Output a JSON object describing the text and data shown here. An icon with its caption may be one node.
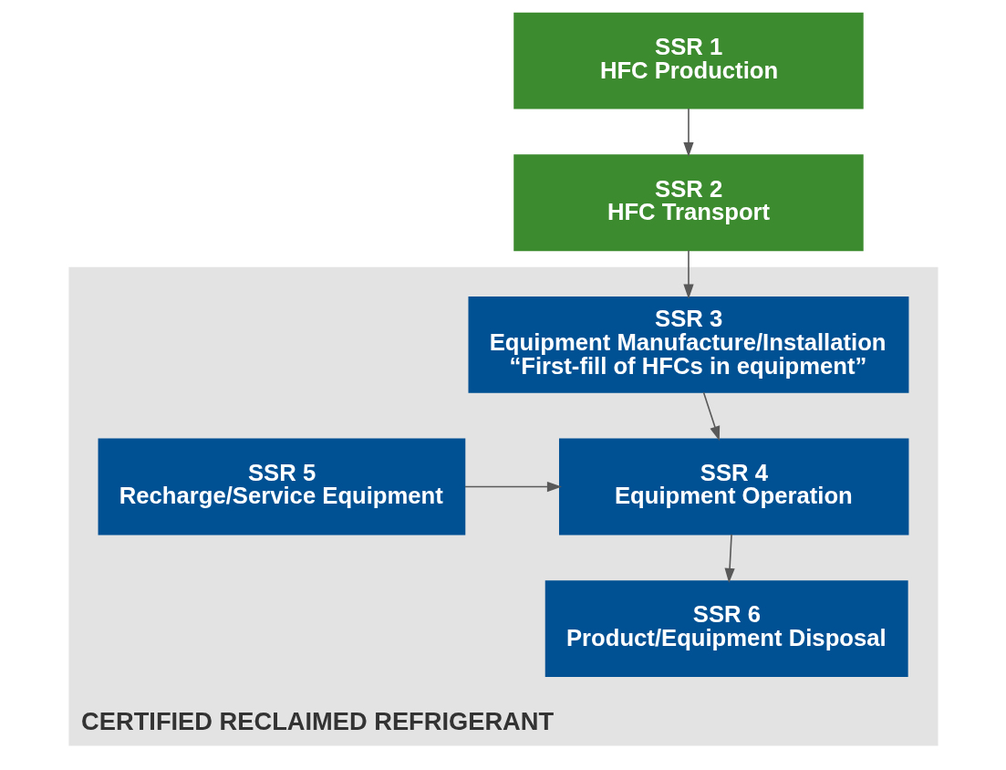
{
  "diagram": {
    "nodes": [
      {
        "text": [
          "SSR 1",
          "HFC Production"
        ]
      },
      {
        "text": [
          "SSR 2",
          "HFC Transport"
        ]
      },
      {
        "text": [
          "CERTIFIED RECLAIMED REFRIGERANT"
        ]
      },
      {
        "text": [
          "SSR 3",
          "Equipment Manufacture/Installation",
          "“First-fill of HFCs in equipment”"
        ],
        "in": 2
      },
      {
        "text": [
          "SSR 5",
          "Recharge/Service Equipment"
        ],
        "in": 2
      },
      {
        "text": [
          "SSR 4",
          "Equipment Operation"
        ],
        "in": 2
      },
      {
        "text": [
          "SSR 6",
          "Product/Equipment Disposal"
        ],
        "in": 2
      }
    ],
    "edges": [
      {
        "from": 0,
        "to": 1,
        "arrow": "to"
      },
      {
        "from": 1,
        "to": 3,
        "arrow": "to"
      },
      {
        "from": 3,
        "to": 5,
        "arrow": "to"
      },
      {
        "from": 4,
        "to": 5,
        "arrow": "to"
      },
      {
        "from": 5,
        "to": 6,
        "arrow": "to"
      }
    ]
  }
}
